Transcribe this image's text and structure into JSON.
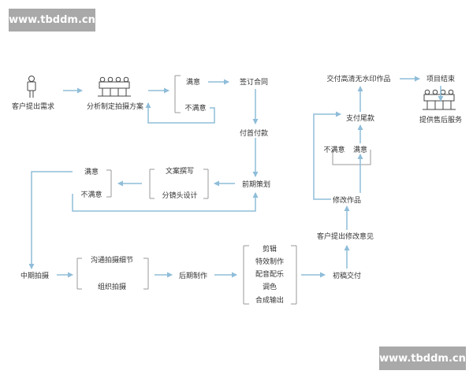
{
  "watermark": {
    "top": "www.tbddm.cn",
    "bottom": "www.tbddm.cn"
  },
  "colors": {
    "arrow": "#8fbdd9",
    "bracket": "#9a9a9a",
    "text": "#333333",
    "watermark_bg": "#a9a9a9"
  },
  "nodes": {
    "customer_request": "客户提出需求",
    "analyze_plan": "分析制定拍摄方案",
    "satisfied_1": "满意",
    "unsatisfied_1": "不满意",
    "sign_contract": "签订合同",
    "pay_first": "付首付款",
    "copywriting": "文案撰写",
    "storyboard": "分镜头设计",
    "pre_planning": "前期策划",
    "satisfied_2": "满意",
    "unsatisfied_2": "不满意",
    "mid_shooting": "中期拍摄",
    "communicate_details": "沟通拍摄细节",
    "organize_shooting": "组织拍摄",
    "post_production": "后期制作",
    "editing": "剪辑",
    "vfx": "特效制作",
    "music": "配音配乐",
    "color": "调色",
    "compose_output": "合成输出",
    "first_draft": "初稿交付",
    "customer_feedback": "客户提出修改意见",
    "revise": "修改作品",
    "unsatisfied_3": "不满意",
    "satisfied_3": "满意",
    "pay_final": "支付尾款",
    "deliver_hd": "交付高清无水印作品",
    "project_end": "项目结束",
    "after_sales": "提供售后服务"
  }
}
